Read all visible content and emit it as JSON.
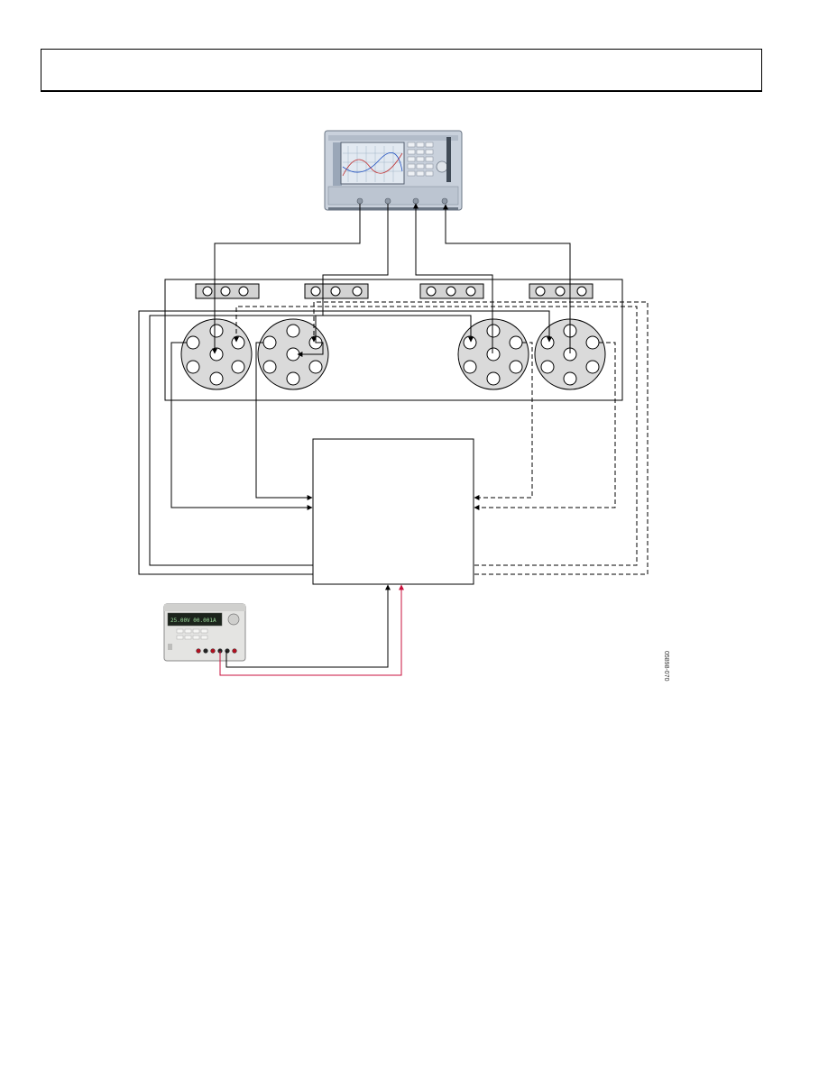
{
  "page": {
    "figure_id": "05898-070"
  },
  "instruments": {
    "network_analyzer": {
      "icon": "network-analyzer-icon",
      "body_color": "#c8d0dc",
      "screen_color": "#d7dfe8"
    },
    "power_supply": {
      "icon": "dc-power-supply-icon",
      "display_text": "25.00V  00.001A",
      "display_color": "#1c241c"
    }
  },
  "test_fixture": {
    "switch_blocks": 4,
    "connector_discs": 4,
    "disc_color": "#dadada"
  },
  "cables": {
    "solid_color": "#000000",
    "dashed_color": "#000000",
    "supply_positive_color": "#c8103c"
  }
}
